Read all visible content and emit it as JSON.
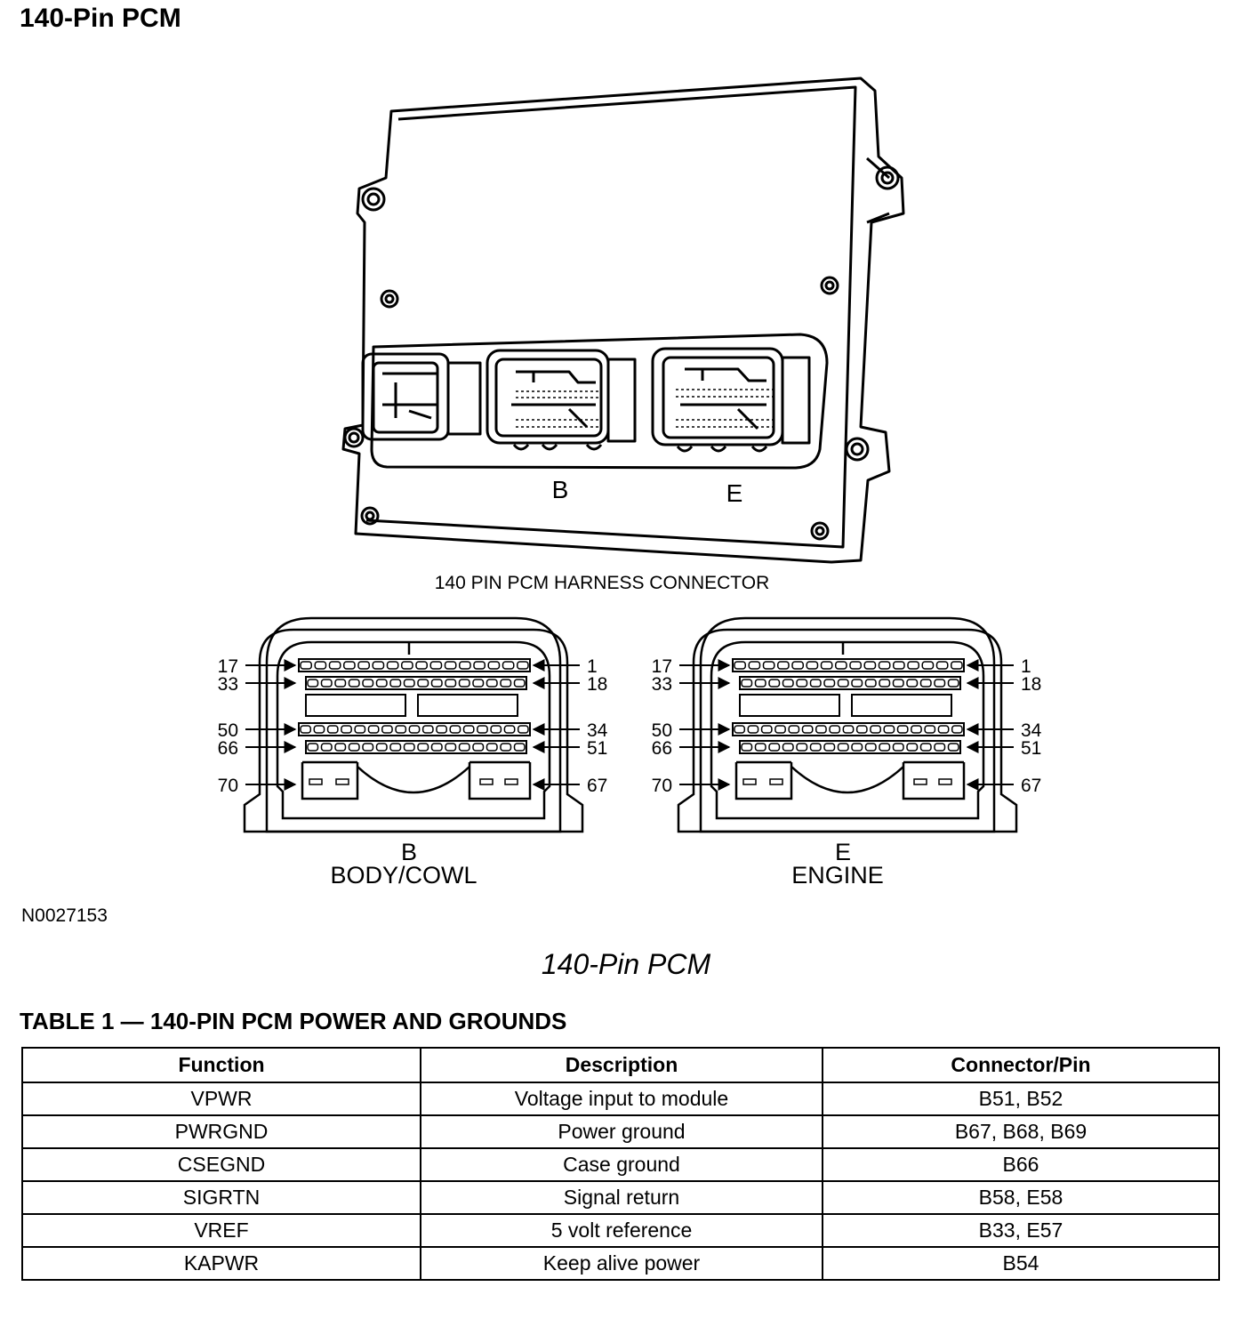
{
  "page": {
    "title": "140-Pin PCM",
    "doc_id": "N0027153",
    "caption": "140-Pin PCM"
  },
  "module": {
    "harness_label": "140 PIN PCM HARNESS CONNECTOR",
    "connector_b_letter": "B",
    "connector_e_letter": "E"
  },
  "connectors": [
    {
      "id": "b",
      "letter": "B",
      "name": "BODY/COWL",
      "pins_left": [
        "17",
        "33",
        "50",
        "66",
        "70"
      ],
      "pins_right": [
        "1",
        "18",
        "34",
        "51",
        "67"
      ]
    },
    {
      "id": "e",
      "letter": "E",
      "name": "ENGINE",
      "pins_left": [
        "17",
        "33",
        "50",
        "66",
        "70"
      ],
      "pins_right": [
        "1",
        "18",
        "34",
        "51",
        "67"
      ]
    }
  ],
  "table": {
    "title": "TABLE 1 — 140-PIN PCM POWER AND GROUNDS",
    "headers": [
      "Function",
      "Description",
      "Connector/Pin"
    ],
    "rows": [
      [
        "VPWR",
        "Voltage input to module",
        "B51, B52"
      ],
      [
        "PWRGND",
        "Power ground",
        "B67, B68, B69"
      ],
      [
        "CSEGND",
        "Case ground",
        "B66"
      ],
      [
        "SIGRTN",
        "Signal return",
        "B58, E58"
      ],
      [
        "VREF",
        "5 volt reference",
        "B33, E57"
      ],
      [
        "KAPWR",
        "Keep alive power",
        "B54"
      ]
    ]
  }
}
